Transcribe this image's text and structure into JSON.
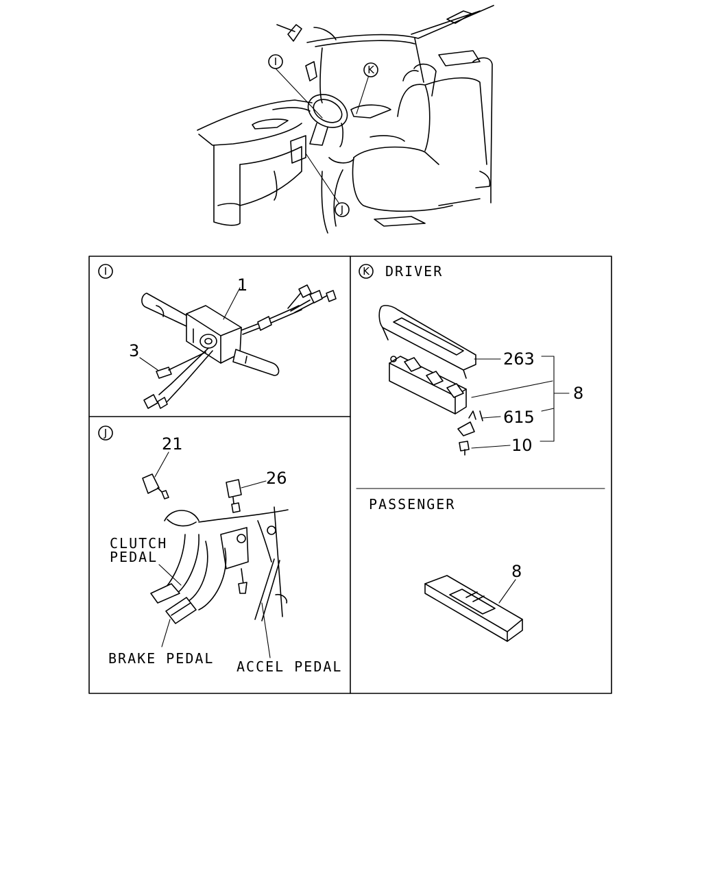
{
  "overview": {
    "callouts": {
      "i": "I",
      "k": "K",
      "j": "J"
    }
  },
  "panel_i": {
    "tag": "I",
    "parts": {
      "switch": "1",
      "screw": "3"
    }
  },
  "panel_k": {
    "tag": "K",
    "title": "DRIVER",
    "parts": {
      "bezel": "263",
      "assembly": "8",
      "clip": "615",
      "screw": "10"
    }
  },
  "panel_j": {
    "tag": "J",
    "parts": {
      "switch_upper": "21",
      "switch_lower": "26"
    },
    "labels": {
      "clutch_line1": "CLUTCH",
      "clutch_line2": "PEDAL",
      "brake": "BRAKE PEDAL",
      "accel": "ACCEL PEDAL"
    }
  },
  "panel_passenger": {
    "title": "PASSENGER",
    "parts": {
      "assembly": "8"
    }
  }
}
